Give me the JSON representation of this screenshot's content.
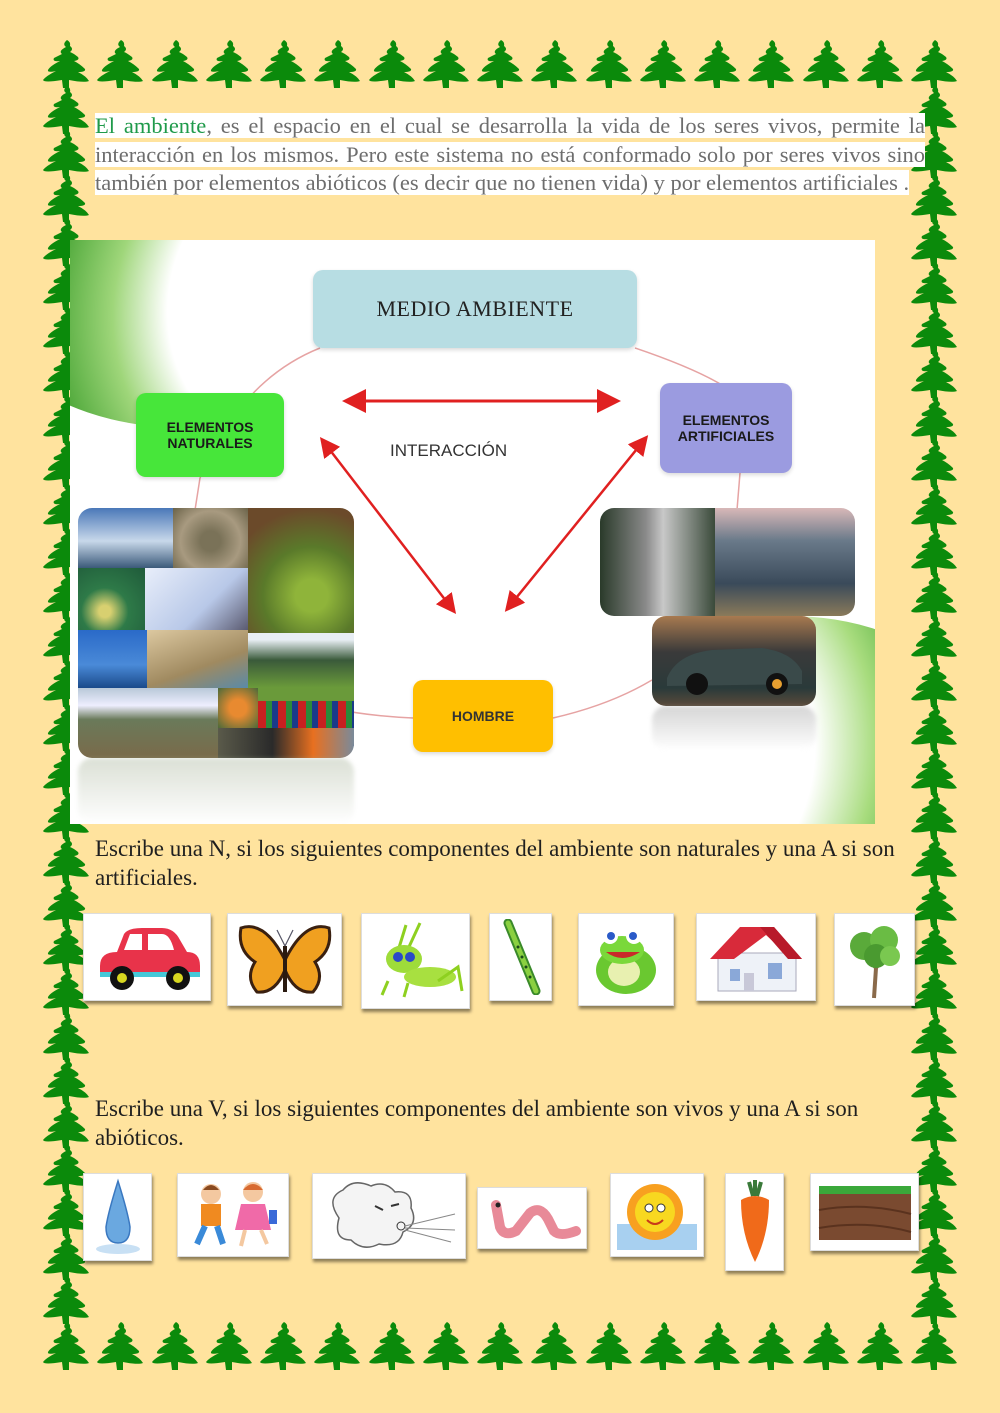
{
  "page": {
    "background_color": "#FFE39E",
    "border": {
      "icon": "pine-tree-icon",
      "color": "#0B8A0B",
      "top_count": 17,
      "bottom_count": 17,
      "side_count": 28
    }
  },
  "intro": {
    "keyword": "El ambiente",
    "keyword_color": "#1F9A4A",
    "text": ", es el espacio en el cual se desarrolla la vida de los seres vivos, permite la interacción en los mismos. Pero este sistema no está conformado solo por seres vivos sino también por elementos abióticos (es decir que no tienen vida) y por elementos artificiales ."
  },
  "diagram": {
    "title": "MEDIO AMBIENTE",
    "natural_label": "ELEMENTOS NATURALES",
    "artificial_label": "ELEMENTOS ARTIFICIALES",
    "center_label": "INTERACCIÓN",
    "human_label": "HOMBRE",
    "colors": {
      "title_box": "#B7DDE3",
      "natural_box": "#47E63A",
      "artificial_box": "#9B9BE0",
      "human_box": "#FFBF00",
      "arrows": "#E02020"
    },
    "natural_photos": [
      "mountains",
      "sea-turtle",
      "jungle-foliage",
      "river-aerial",
      "snow-landscape",
      "coastal-rock",
      "arch-rocks",
      "machu-picchu",
      "volcano-llamas",
      "macaws",
      "condor",
      "parrot"
    ],
    "artificial_photos": [
      "forest-road",
      "city-skyline",
      "sports-car"
    ]
  },
  "exercise1": {
    "instruction": "Escribe una N, si los siguientes componentes del ambiente son naturales y una A si son artificiales.",
    "items": [
      {
        "name": "car",
        "icon": "car-icon"
      },
      {
        "name": "butterfly",
        "icon": "butterfly-icon"
      },
      {
        "name": "grasshopper",
        "icon": "grasshopper-icon"
      },
      {
        "name": "flute",
        "icon": "flute-icon"
      },
      {
        "name": "frog",
        "icon": "frog-icon"
      },
      {
        "name": "house",
        "icon": "house-icon"
      },
      {
        "name": "tree",
        "icon": "tree-icon"
      }
    ]
  },
  "exercise2": {
    "instruction": "Escribe una V, si los siguientes componentes del ambiente son vivos y una A si son abióticos.",
    "items": [
      {
        "name": "water-drop",
        "icon": "water-drop-icon"
      },
      {
        "name": "children",
        "icon": "children-icon"
      },
      {
        "name": "wind",
        "icon": "wind-icon"
      },
      {
        "name": "worm",
        "icon": "worm-icon"
      },
      {
        "name": "sun",
        "icon": "sun-icon"
      },
      {
        "name": "carrot",
        "icon": "carrot-icon"
      },
      {
        "name": "soil",
        "icon": "soil-icon"
      }
    ]
  }
}
